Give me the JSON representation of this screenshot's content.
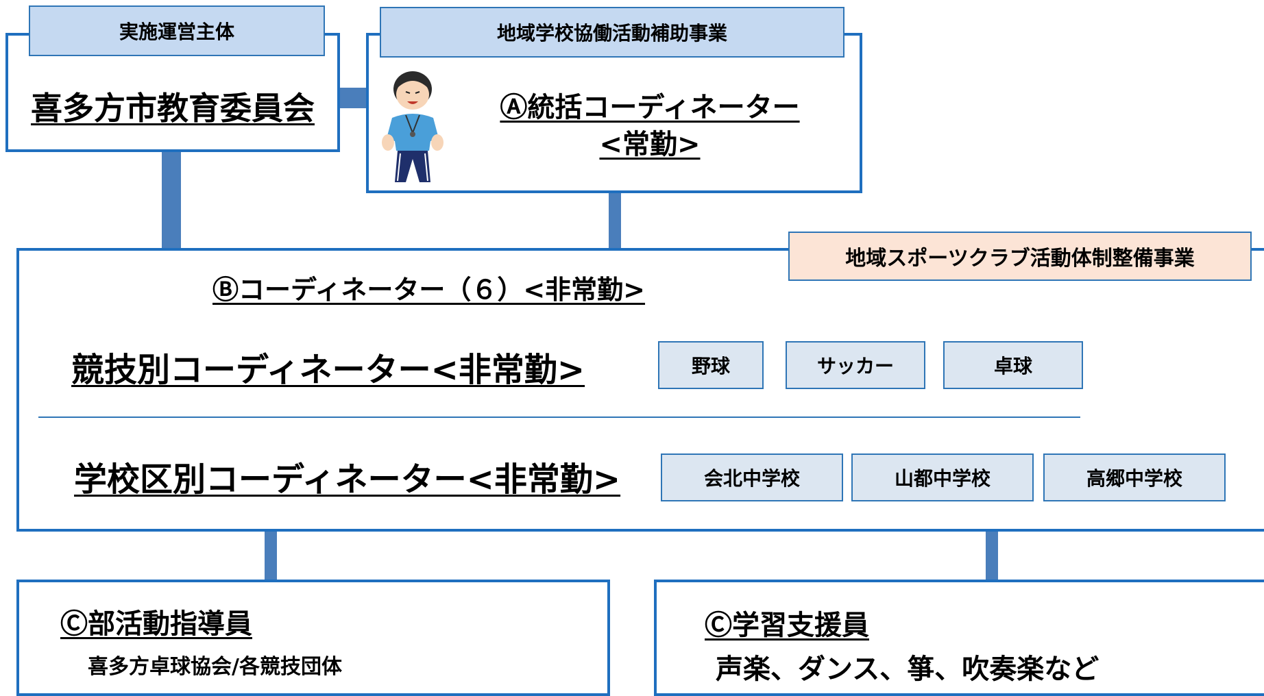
{
  "top_left": {
    "tag": "実施運営主体",
    "title": "喜多方市教育委員会"
  },
  "top_right": {
    "tag": "地域学校協働活動補助事業",
    "line1": "Ⓐ統括コーディネーター",
    "line2": "<常勤>"
  },
  "middle": {
    "tag": "地域スポーツクラブ活動体制整備事業",
    "heading": "Ⓑコーディネーター（６）<非常勤>",
    "sport_label": "競技別コーディネーター<非常勤>",
    "sports": [
      "野球",
      "サッカー",
      "卓球"
    ],
    "school_label": "学校区別コーディネーター<非常勤>",
    "schools": [
      "会北中学校",
      "山都中学校",
      "高郷中学校"
    ]
  },
  "bottom_left": {
    "title": "Ⓒ部活動指導員",
    "subtitle": "喜多方卓球協会/各競技団体"
  },
  "bottom_right": {
    "title": "Ⓒ学習支援員",
    "subtitle": "声楽、ダンス、箏、吹奏楽など"
  },
  "colors": {
    "border": "#1f6fbf",
    "connector": "#4a7ebb",
    "tag_blue": "#c5d9f1",
    "tag_orange": "#fce4d6",
    "pill": "#dce6f1"
  }
}
